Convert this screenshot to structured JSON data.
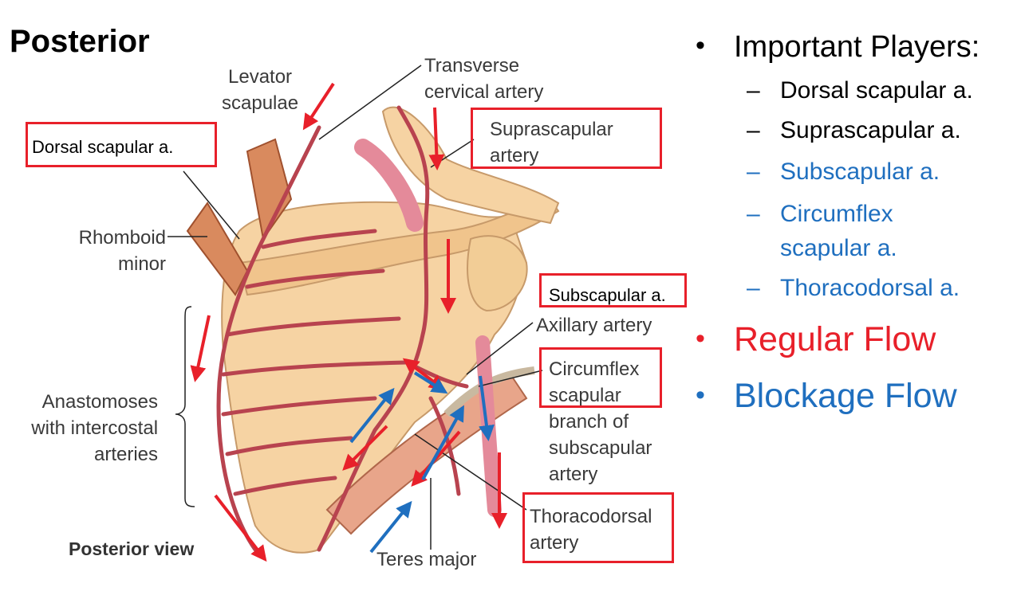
{
  "slide_title": "Posterior",
  "diagram": {
    "labels": {
      "levator": [
        "Levator",
        "scapulae"
      ],
      "transverse": [
        "Transverse",
        "cervical artery"
      ],
      "rhomboid": [
        "Rhomboid",
        "minor"
      ],
      "anastomoses": [
        "Anastomoses",
        "with intercostal",
        "arteries"
      ],
      "axillary": "Axillary artery",
      "circumflex": [
        "Circumflex",
        "scapular",
        "branch of",
        "subscapular",
        "artery"
      ],
      "teres": "Teres major",
      "view": "Posterior view",
      "suprascapular": [
        "Suprascapular",
        "artery"
      ],
      "thoracodorsal": [
        "Thoracodorsal",
        "artery"
      ]
    },
    "boxed_notes": {
      "dorsal_scapular": "Dorsal scapular a.",
      "subscapular": "Subscapular a."
    },
    "arrow_colors": {
      "regular": "#e8202a",
      "blockage": "#1f6fbf"
    }
  },
  "bullets": {
    "heading": "Important Players:",
    "items": [
      {
        "text": "Dorsal scapular a.",
        "color": "#000000"
      },
      {
        "text": "Suprascapular a.",
        "color": "#000000"
      },
      {
        "text": "Subscapular a.",
        "color": "#1f6fbf"
      },
      {
        "text": "Circumflex",
        "color": "#1f6fbf"
      },
      {
        "text": "scapular a.",
        "color": "#1f6fbf"
      },
      {
        "text": "Thoracodorsal a.",
        "color": "#1f6fbf"
      }
    ],
    "legend": [
      {
        "text": "Regular Flow",
        "color": "#e8202a"
      },
      {
        "text": "Blockage Flow",
        "color": "#1f6fbf"
      }
    ]
  }
}
